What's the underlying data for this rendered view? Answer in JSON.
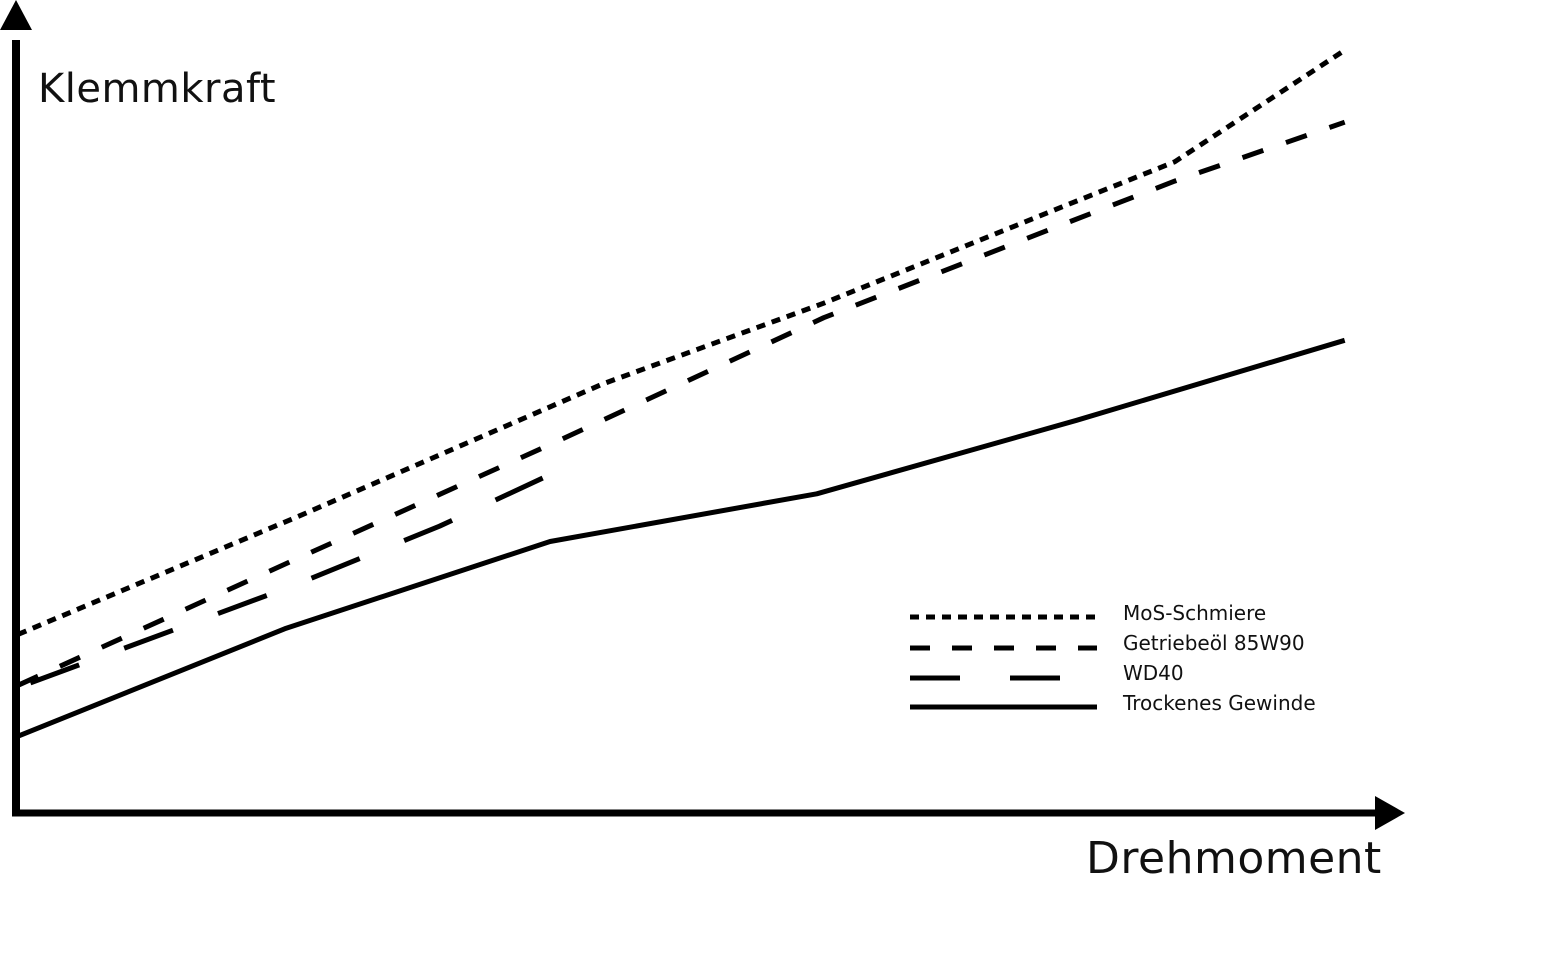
{
  "chart_data": {
    "type": "line",
    "title": "",
    "xlabel": "Drehmoment",
    "ylabel": "Klemmkraft",
    "x_ticks": [],
    "y_ticks": [],
    "grid": false,
    "legend_position": "lower-right (inside plot)",
    "units_note": "No numeric axes shown; values are relative (0-100) estimated from pixel positions, x = Drehmoment, y = Klemmkraft",
    "xlim": [
      0,
      100
    ],
    "ylim": [
      0,
      100
    ],
    "series": [
      {
        "name": "MoS-Schmiere",
        "style": "dotted",
        "x": [
          0,
          20.4,
          42.3,
          58.3,
          76.4,
          83.7,
          96.0
        ],
        "y": [
          22.1,
          36.8,
          53.1,
          63.1,
          75.6,
          80.6,
          94.4
        ]
      },
      {
        "name": "Getriebeöl 85W90",
        "style": "dashed",
        "x": [
          0,
          19.7,
          38.5,
          58.3,
          78.1,
          83.7,
          96.0
        ],
        "y": [
          15.8,
          31.1,
          45.6,
          61.3,
          74.5,
          78.2,
          85.5
        ]
      },
      {
        "name": "WD40",
        "style": "long-dashed",
        "x": [
          0.9,
          19.7,
          30.5,
          39.4
        ],
        "y": [
          16.1,
          28.0,
          35.5,
          42.6
        ]
      },
      {
        "name": "Trockenes Gewinde",
        "style": "solid",
        "x": [
          0,
          19.3,
          38.5,
          57.8,
          76.6,
          96.0
        ],
        "y": [
          9.5,
          22.8,
          33.6,
          39.5,
          48.6,
          58.5
        ]
      }
    ],
    "pixel_frame": {
      "origin": [
        18,
        813
      ],
      "x_end": 1400,
      "y_top": 5
    }
  },
  "axes": {
    "y_label": "Klemmkraft",
    "x_label": "Drehmoment"
  },
  "legend": {
    "items": [
      {
        "label": "MoS-Schmiere",
        "style": "dotted"
      },
      {
        "label": "Getriebeöl 85W90",
        "style": "dashed"
      },
      {
        "label": "WD40",
        "style": "long-dashed"
      },
      {
        "label": "Trockenes Gewinde",
        "style": "solid"
      }
    ]
  },
  "colors": {
    "line": "#000000",
    "background": "#ffffff"
  }
}
